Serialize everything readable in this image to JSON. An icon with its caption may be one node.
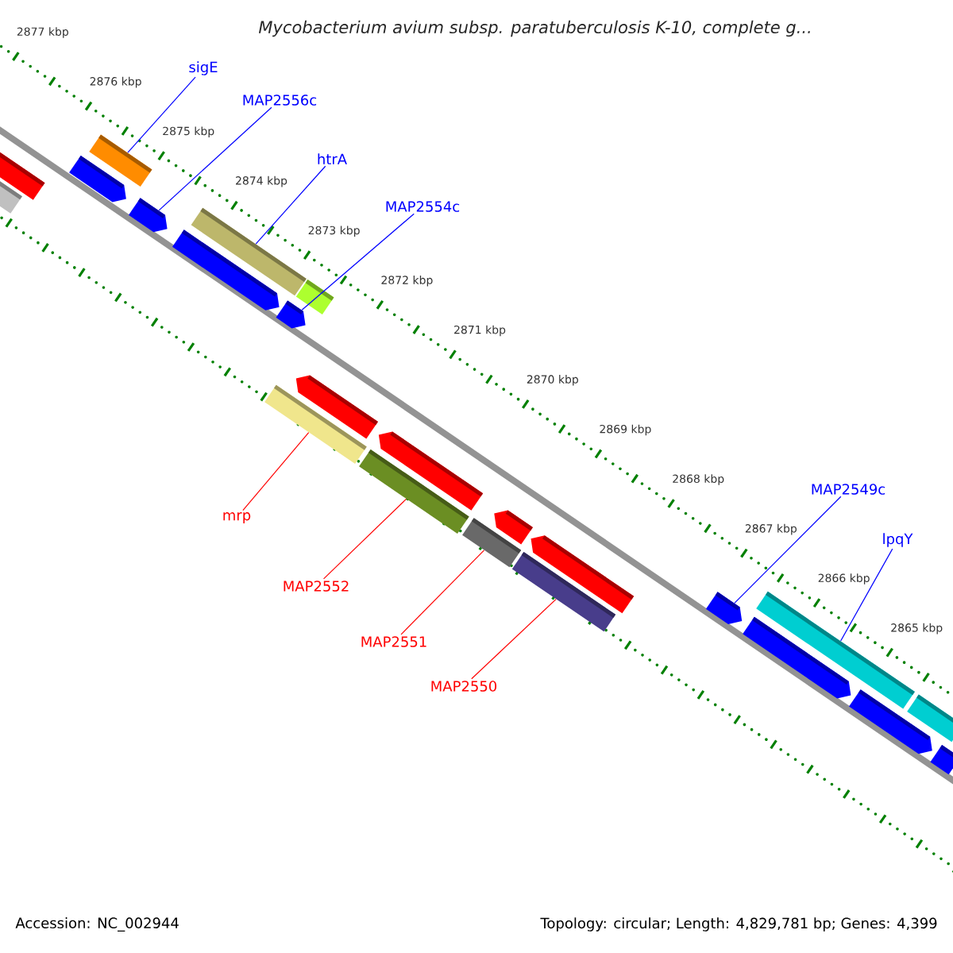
{
  "diagram": {
    "title": "Mycobacterium avium subsp. paratuberculosis K-10, complete g...",
    "nodes": [
      {
        "text": [
          "sigE"
        ]
      },
      {
        "text": [
          "MAP2556c"
        ]
      },
      {
        "text": [
          "htrA"
        ]
      },
      {
        "text": [
          "MAP2554c"
        ]
      },
      {
        "text": [
          "MAP2549c"
        ]
      },
      {
        "text": [
          "lpqY"
        ]
      },
      {
        "text": [
          "mrp"
        ]
      },
      {
        "text": [
          "MAP2552"
        ]
      },
      {
        "text": [
          "MAP2551"
        ]
      },
      {
        "text": [
          "MAP2550"
        ]
      },
      {
        "text": [],
        "shape": "bar"
      },
      {
        "text": [],
        "shape": "bar"
      },
      {
        "text": [],
        "shape": "bar"
      },
      {
        "text": [],
        "shape": "bar"
      },
      {
        "text": [],
        "shape": "bar"
      },
      {
        "text": [],
        "shape": "bar"
      },
      {
        "text": [],
        "shape": "bar"
      },
      {
        "text": [],
        "shape": "bar"
      },
      {
        "text": [],
        "shape": "bar"
      },
      {
        "text": [],
        "shape": "bar"
      },
      {
        "text": [],
        "shape": "bar"
      },
      {
        "text": [],
        "shape": "bar"
      },
      {
        "text": [],
        "shape": "bar"
      },
      {
        "text": [],
        "shape": "bar"
      },
      {
        "text": [],
        "shape": "bar"
      },
      {
        "text": [],
        "shape": "bar"
      },
      {
        "text": [],
        "shape": "bar"
      },
      {
        "text": [],
        "shape": "bar"
      },
      {
        "text": [],
        "shape": "bar"
      },
      {
        "text": [],
        "shape": "bar"
      },
      {
        "text": [],
        "shape": "bar"
      },
      {
        "text": [],
        "shape": "bar"
      },
      {
        "text": [],
        "shape": "bar"
      }
    ],
    "edges": [
      {
        "from": 0,
        "to": 12,
        "arrow": "none"
      },
      {
        "from": 1,
        "to": 14,
        "arrow": "none"
      },
      {
        "from": 2,
        "to": 15,
        "arrow": "none"
      },
      {
        "from": 3,
        "to": 18,
        "arrow": "none"
      },
      {
        "from": 4,
        "to": 27,
        "arrow": "none"
      },
      {
        "from": 5,
        "to": 28,
        "arrow": "none"
      },
      {
        "from": 6,
        "to": 20,
        "arrow": "none",
        "color": "#ff0000"
      },
      {
        "from": 7,
        "to": 22,
        "arrow": "none",
        "color": "#ff0000"
      },
      {
        "from": 8,
        "to": 24,
        "arrow": "none",
        "color": "#ff0000"
      },
      {
        "from": 9,
        "to": 26,
        "arrow": "none",
        "color": "#ff0000"
      }
    ],
    "labels": [
      "2877 kbp",
      "2876 kbp",
      "2875 kbp",
      "2874 kbp",
      "2873 kbp",
      "2872 kbp",
      "2871 kbp",
      "2870 kbp",
      "2869 kbp",
      "2868 kbp",
      "2867 kbp",
      "2866 kbp",
      "2865 kbp",
      "Accession: NC_002944",
      "Topology: circular; Length: 4,829,781 bp; Genes: 4,399"
    ]
  }
}
